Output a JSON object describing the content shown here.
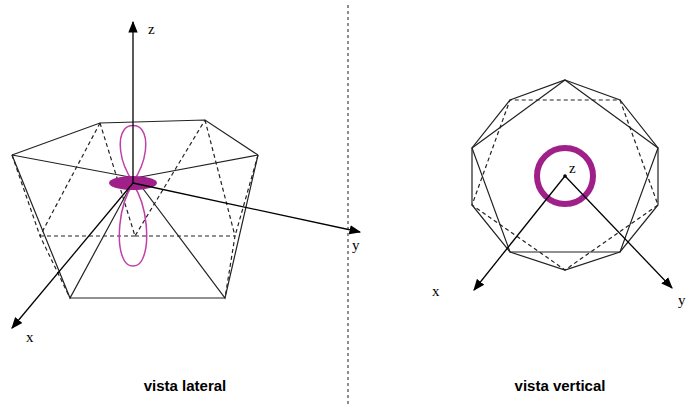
{
  "diagram": {
    "labels": [
      "z",
      "y",
      "x",
      "vista lateral",
      "z",
      "x",
      "y",
      "vista vertical"
    ]
  }
}
